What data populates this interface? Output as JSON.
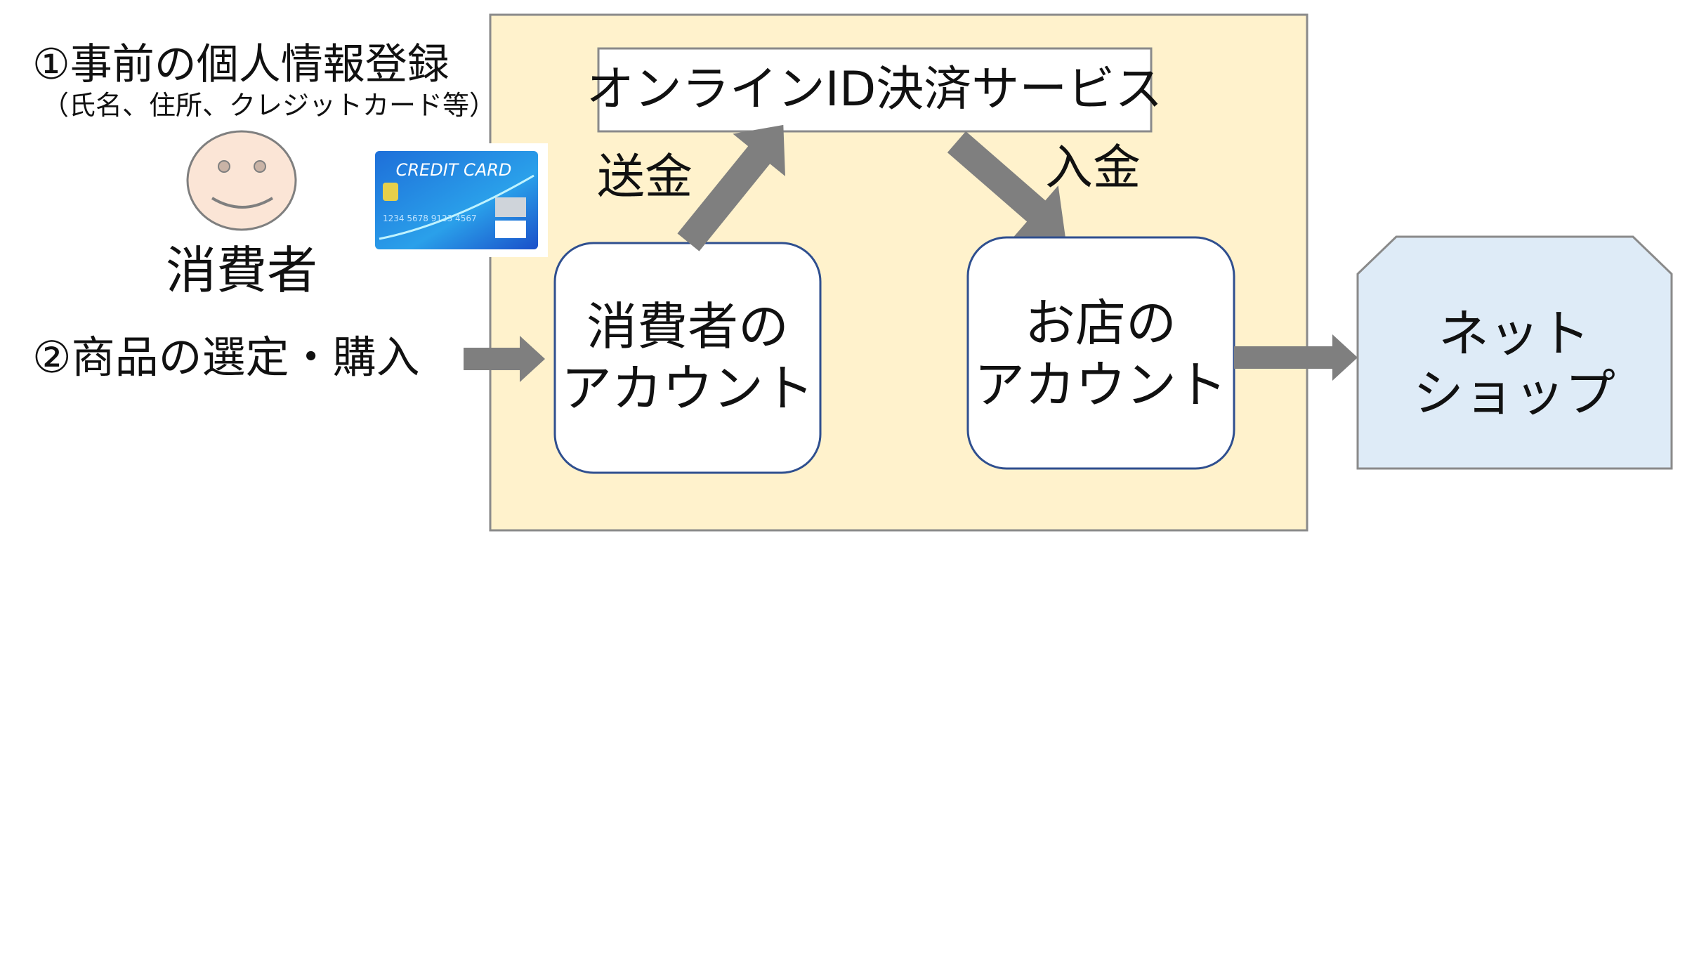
{
  "consumer": {
    "step1_title": "①事前の個人情報登録",
    "step1_detail": "（氏名、住所、クレジットカード等）",
    "label": "消費者",
    "step2_title": "②商品の選定・購入",
    "card_text": "CREDIT CARD",
    "card_number": "1234 5678 9123 4567"
  },
  "service": {
    "title": "オンラインID決済サービス",
    "send_label": "送金",
    "deposit_label": "入金",
    "consumer_account_line1": "消費者の",
    "consumer_account_line2": "アカウント",
    "shop_account_line1": "お店の",
    "shop_account_line2": "アカウント"
  },
  "shop": {
    "line1": "ネット",
    "line2": "ショップ"
  },
  "colors": {
    "service_bg": "#fff2cc",
    "account_border": "#2f4f8f",
    "shop_bg": "#deebf7",
    "arrow": "#7f7f7f",
    "face": "#fbe5d6"
  }
}
